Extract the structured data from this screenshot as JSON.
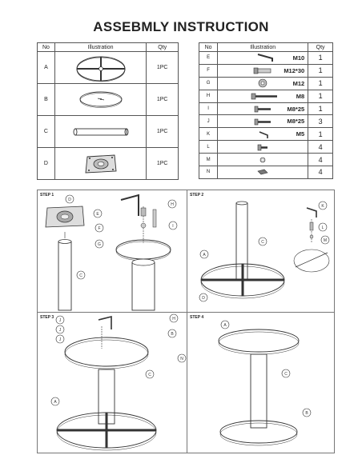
{
  "title": "ASSEBMLY INSTRUCTION",
  "left_table": {
    "headers": [
      "No",
      "Illustration",
      "Qty"
    ],
    "rows": [
      {
        "no": "A",
        "qty": "1PC",
        "icon": "cross-base-icon"
      },
      {
        "no": "B",
        "qty": "1PC",
        "icon": "base-plate-icon"
      },
      {
        "no": "C",
        "qty": "1PC",
        "icon": "column-tube-icon"
      },
      {
        "no": "D",
        "qty": "1PC",
        "icon": "mounting-bracket-icon"
      }
    ]
  },
  "right_table": {
    "headers": [
      "No",
      "Illustration",
      "Qty"
    ],
    "rows": [
      {
        "no": "E",
        "spec": "M10",
        "qty": "1",
        "icon": "allen-key-icon"
      },
      {
        "no": "F",
        "spec": "M12*30",
        "qty": "1",
        "icon": "bolt-icon"
      },
      {
        "no": "G",
        "spec": "M12",
        "qty": "1",
        "icon": "washer-icon"
      },
      {
        "no": "H",
        "spec": "M8",
        "qty": "1",
        "icon": "long-screw-icon"
      },
      {
        "no": "I",
        "spec": "M8*25",
        "qty": "1",
        "icon": "screw-icon"
      },
      {
        "no": "J",
        "spec": "M8*25",
        "qty": "3",
        "icon": "screw-icon"
      },
      {
        "no": "K",
        "spec": "M5",
        "qty": "1",
        "icon": "small-allen-key-icon"
      },
      {
        "no": "L",
        "spec": "",
        "qty": "4",
        "icon": "short-screw-icon"
      },
      {
        "no": "M",
        "spec": "",
        "qty": "4",
        "icon": "small-washer-icon"
      },
      {
        "no": "N",
        "spec": "",
        "qty": "4",
        "icon": "felt-pad-icon"
      }
    ]
  },
  "steps": [
    {
      "label": "STEP 1",
      "callouts": [
        "D",
        "E",
        "H",
        "F",
        "I",
        "G",
        "C"
      ]
    },
    {
      "label": "STEP 2",
      "callouts": [
        "K",
        "L",
        "M",
        "C",
        "A",
        "D"
      ]
    },
    {
      "label": "STEP 3",
      "callouts": [
        "J",
        "J",
        "J",
        "H",
        "B",
        "N",
        "C",
        "A"
      ]
    },
    {
      "label": "STEP 4",
      "callouts": [
        "A",
        "C",
        "B"
      ]
    }
  ]
}
